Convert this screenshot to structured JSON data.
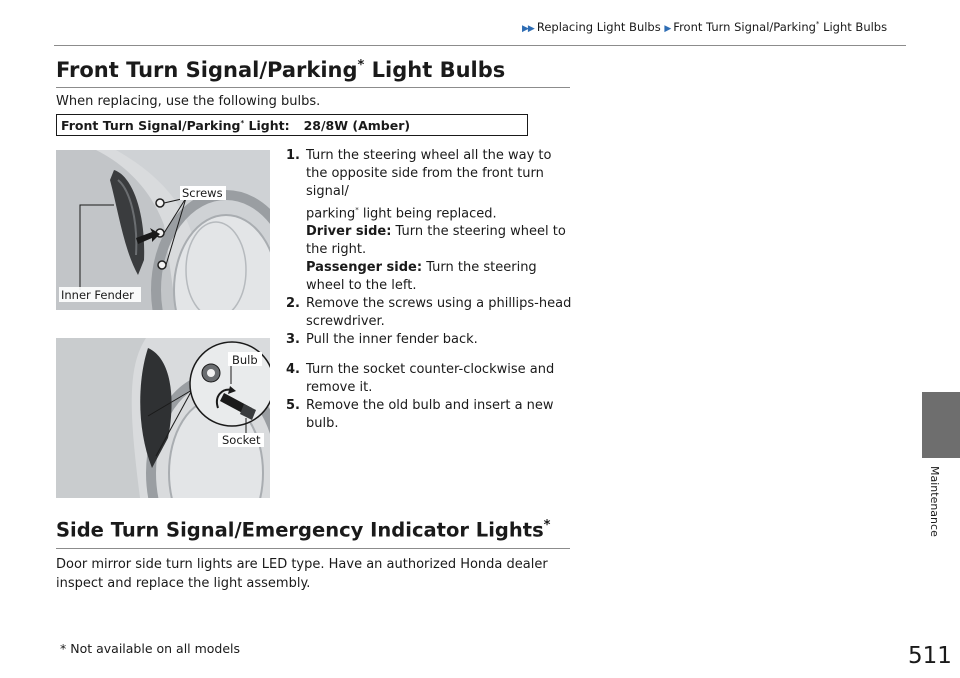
{
  "breadcrumb": {
    "item1": "Replacing Light Bulbs",
    "item2_pre": "Front Turn Signal/Parking",
    "item2_star": "*",
    "item2_post": " Light Bulbs"
  },
  "section1": {
    "title_pre": "Front Turn Signal/Parking",
    "title_star": "*",
    "title_post": " Light Bulbs",
    "intro": "When replacing, use the following bulbs.",
    "spec_label_pre": "Front Turn Signal/Parking",
    "spec_label_star": "*",
    "spec_label_post": " Light:",
    "spec_value": "28/8W (Amber)"
  },
  "figure1": {
    "label_screws": "Screws",
    "label_inner_fender": "Inner Fender"
  },
  "figure2": {
    "label_bulb": "Bulb",
    "label_socket": "Socket"
  },
  "steps": [
    {
      "num": "1.",
      "text": "Turn the steering wheel all the way to the opposite side from the front turn signal/",
      "text2": "parking",
      "star": "*",
      "text3": " light being replaced.",
      "driver_label": "Driver side:",
      "driver_text": " Turn the steering wheel to the right.",
      "passenger_label": "Passenger side:",
      "passenger_text": " Turn the steering wheel to the left."
    },
    {
      "num": "2.",
      "text": "Remove the screws using a phillips-head screwdriver."
    },
    {
      "num": "3.",
      "text": "Pull the inner fender back."
    },
    {
      "num": "4.",
      "text": "Turn the socket counter-clockwise and remove it."
    },
    {
      "num": "5.",
      "text": "Remove the old bulb and insert a new bulb."
    }
  ],
  "section2": {
    "title": "Side Turn Signal/Emergency Indicator Lights",
    "title_star": "*",
    "body": "Door mirror side turn lights are LED type. Have an authorized Honda dealer inspect and replace the light assembly."
  },
  "footnote": "* Not available on all models",
  "page_number": "511",
  "side_tab_label": "Maintenance",
  "colors": {
    "accent_arrow": "#2e6db4",
    "tab": "#6e6e6e",
    "rule": "#8c8c8c"
  }
}
